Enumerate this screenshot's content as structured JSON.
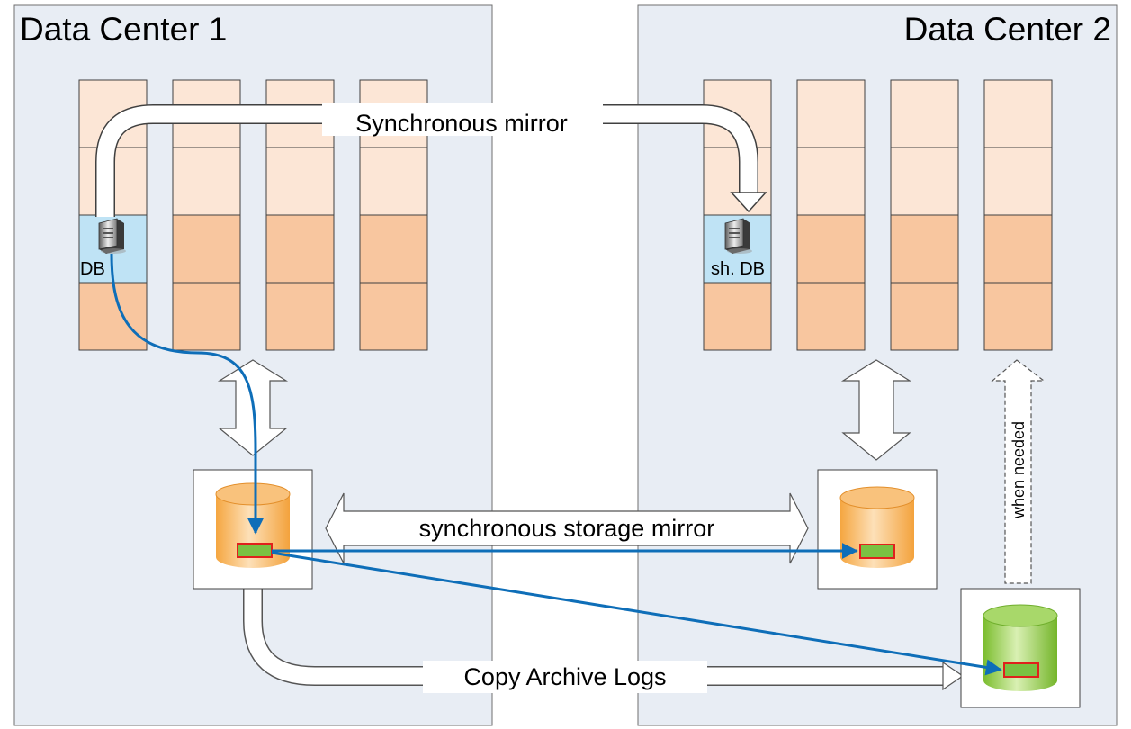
{
  "datacenters": [
    {
      "title": "Data Center 1",
      "server_label": "DB"
    },
    {
      "title": "Data Center 2",
      "server_label": "sh. DB"
    }
  ],
  "labels": {
    "sync_mirror": "Synchronous mirror",
    "storage_mirror": "synchronous storage mirror",
    "copy_archive": "Copy Archive Logs",
    "when_needed": "when needed"
  },
  "colors": {
    "panel_bg": "#e8edf4",
    "cell_light": "#fce6d6",
    "cell_dark": "#f8c69f",
    "server_cell": "#bfe3f5",
    "flow_line": "#0e6eb8",
    "disk_orange": "#f7b25c",
    "disk_green": "#8ec63f",
    "log_block": "#7ac142",
    "log_block_border": "#e0201c"
  },
  "icons": [
    "server-icon",
    "disk-icon",
    "log-block-icon"
  ]
}
